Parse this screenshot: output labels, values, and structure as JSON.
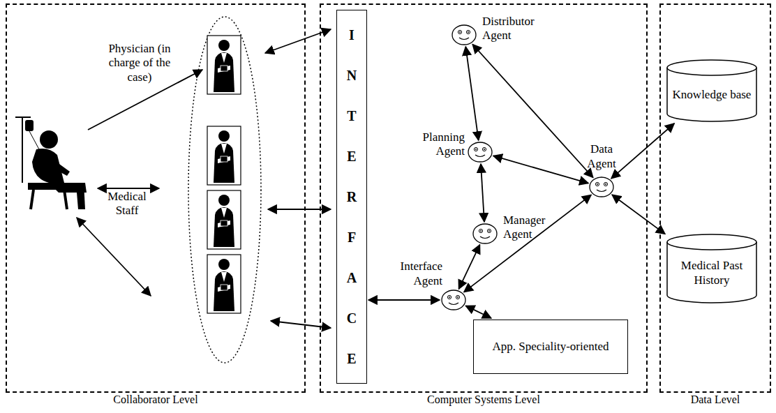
{
  "diagram": {
    "nodes": [
      {
        "text": [
          "Collaborator Level"
        ]
      },
      {
        "text": [
          "Computer Systems Level"
        ]
      },
      {
        "text": [
          "Data Level"
        ]
      },
      {
        "text": [
          "INTERFACE"
        ],
        "in": 1
      },
      {
        "text": [
          "Distributor Agent"
        ],
        "in": 1
      },
      {
        "text": [
          "Planning Agent"
        ],
        "in": 1
      },
      {
        "text": [
          "Data Agent"
        ],
        "in": 1
      },
      {
        "text": [
          "Manager Agent"
        ],
        "in": 1
      },
      {
        "text": [
          "Interface Agent"
        ],
        "in": 1
      },
      {
        "text": [
          "App. Speciality-oriented"
        ],
        "in": 1
      },
      {
        "text": [
          "Knowledge base"
        ],
        "in": 2
      },
      {
        "text": [
          "Medical Past History"
        ],
        "in": 2
      }
    ],
    "edges": [
      {
        "from": 3,
        "to": 8,
        "arrow": "both"
      },
      {
        "from": 4,
        "to": 5,
        "arrow": "both"
      },
      {
        "from": 4,
        "to": 6,
        "arrow": "both"
      },
      {
        "from": 5,
        "to": 6,
        "arrow": "both"
      },
      {
        "from": 5,
        "to": 7,
        "arrow": "both"
      },
      {
        "from": 7,
        "to": 8,
        "arrow": "both"
      },
      {
        "from": 8,
        "to": 6,
        "arrow": "both"
      },
      {
        "from": 8,
        "to": 9,
        "arrow": "both"
      },
      {
        "from": 6,
        "to": 10,
        "arrow": "both"
      },
      {
        "from": 6,
        "to": 11,
        "arrow": "both"
      }
    ],
    "labels": [
      "Physician (in charge of the case)",
      "Medical Staff"
    ]
  }
}
